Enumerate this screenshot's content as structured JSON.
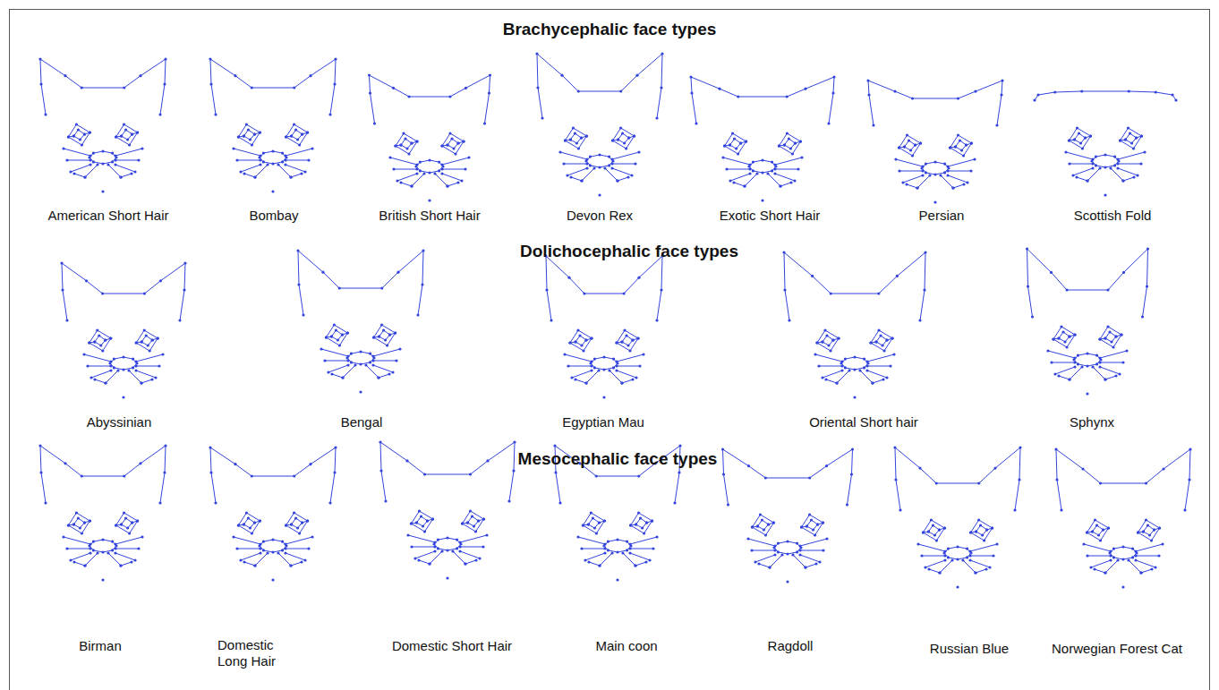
{
  "diagram": {
    "labels": [
      "Brachycephalic face types",
      "American Short Hair",
      "Bombay",
      "British Short Hair",
      "Devon Rex",
      "Exotic Short Hair",
      "Persian",
      "Scottish Fold",
      "Dolichocephalic face types",
      "Abyssinian",
      "Bengal",
      "Egyptian Mau",
      "Oriental Short hair",
      "Sphynx",
      "Mesocephalic face types",
      "Birman",
      "Domestic Long Hair",
      "Domestic Short Hair",
      "Main coon",
      "Ragdoll",
      "Russian Blue",
      "Norwegian Forest Cat"
    ]
  }
}
